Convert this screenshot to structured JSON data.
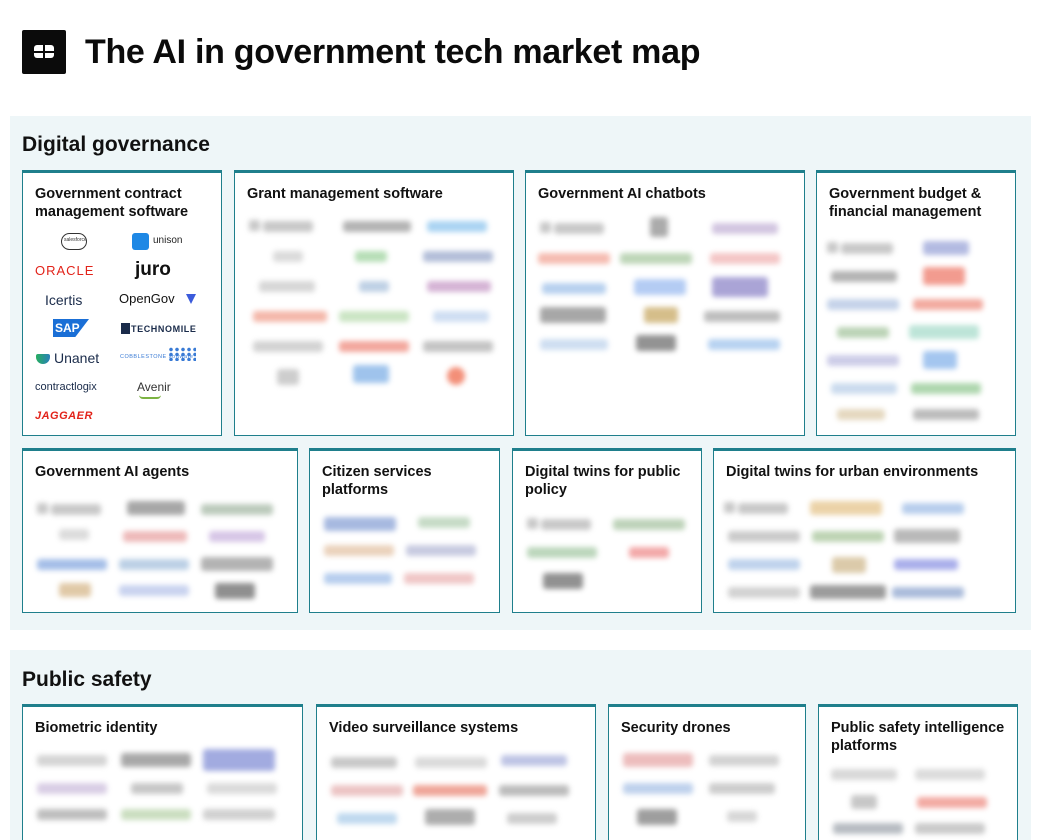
{
  "header": {
    "title": "The AI in government tech market map",
    "logo_icon": "cb-insights-logo-icon"
  },
  "colors": {
    "accent_border": "#1f7f8c",
    "section_bg": "#eef6f8"
  },
  "sections": [
    {
      "title": "Digital governance",
      "cards": [
        {
          "title": "Government contract management software",
          "logos": [
            "salesforce",
            "unison",
            "ORACLE",
            "juro",
            "Icertis",
            "OpenGov",
            "SAP",
            "TECHNOMILE",
            "Unanet",
            "COBBLESTONE software",
            "contractlogix",
            "Avenir",
            "JAGGAER"
          ]
        },
        {
          "title": "Grant management software"
        },
        {
          "title": "Government AI chatbots"
        },
        {
          "title": "Government budget & financial management"
        },
        {
          "title": "Government AI agents"
        },
        {
          "title": "Citizen services platforms"
        },
        {
          "title": "Digital twins for public policy"
        },
        {
          "title": "Digital twins for urban environments"
        }
      ]
    },
    {
      "title": "Public safety",
      "cards": [
        {
          "title": "Biometric identity"
        },
        {
          "title": "Video surveillance systems"
        },
        {
          "title": "Security drones"
        },
        {
          "title": "Public safety intelligence platforms"
        }
      ]
    }
  ]
}
